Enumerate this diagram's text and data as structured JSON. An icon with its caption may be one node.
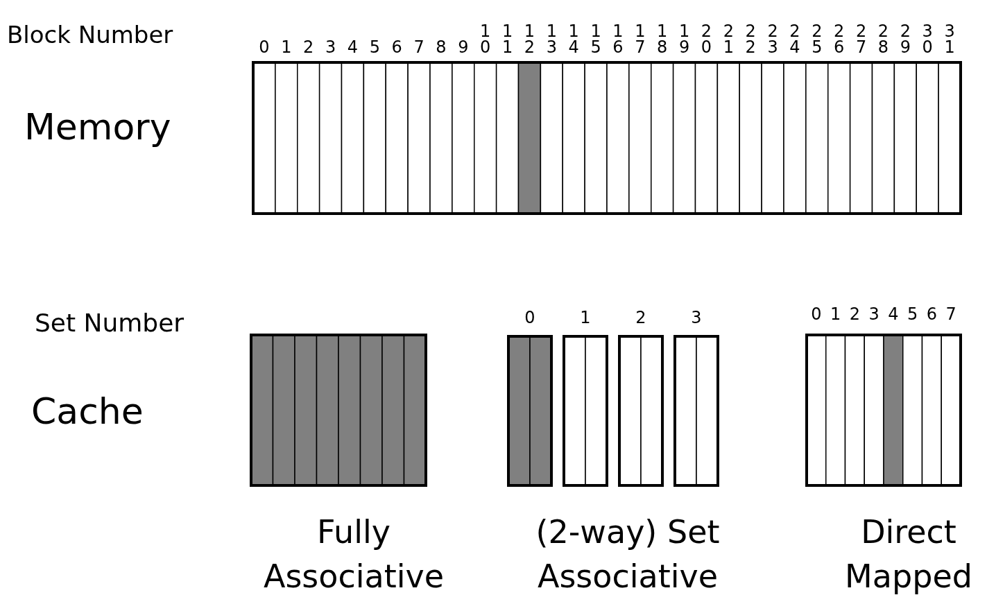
{
  "diagram": {
    "labels": [
      "Block Number",
      "0",
      "1",
      "2",
      "3",
      "4",
      "5",
      "6",
      "7",
      "8",
      "9",
      "10",
      "11",
      "12",
      "13",
      "14",
      "15",
      "16",
      "17",
      "18",
      "19",
      "20",
      "21",
      "22",
      "23",
      "24",
      "25",
      "26",
      "27",
      "28",
      "29",
      "30",
      "31",
      "Memory",
      "Set Number",
      "0",
      "1",
      "2",
      "3",
      "0",
      "1",
      "2",
      "3",
      "4",
      "5",
      "6",
      "7",
      "Cache",
      "Fully Associative",
      "(2-way) Set Associative",
      "Direct Mapped"
    ]
  }
}
